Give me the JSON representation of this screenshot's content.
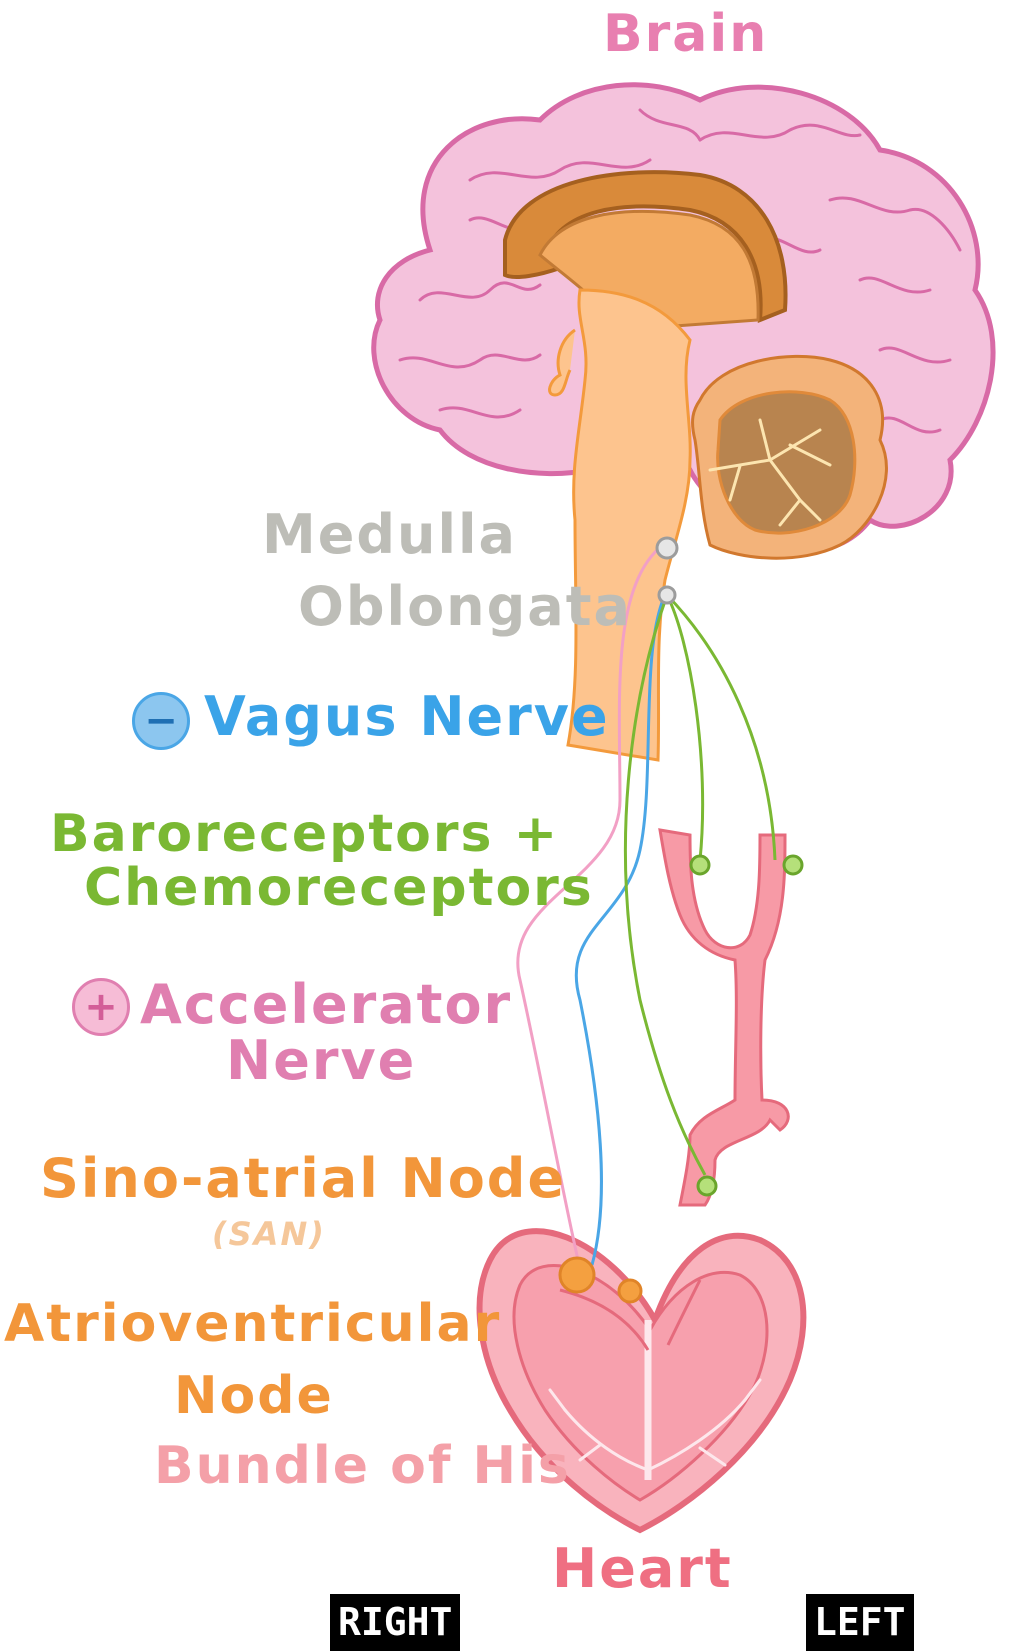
{
  "labels": {
    "brain": "Brain",
    "medulla_line1": "Medulla",
    "medulla_line2": "Oblongata",
    "vagus": "Vagus Nerve",
    "vagus_symbol": "−",
    "receptors_line1": "Baroreceptors +",
    "receptors_line2": "Chemoreceptors",
    "accelerator_symbol": "+",
    "accelerator_line1": "Accelerator",
    "accelerator_line2": "Nerve",
    "san_line1": "Sino-atrial Node",
    "san_line2": "(SAN)",
    "av_line1": "Atrioventricular",
    "av_line2": "Node",
    "bundle": "Bundle of His",
    "heart": "Heart",
    "right": "RIGHT",
    "left": "LEFT"
  },
  "colors": {
    "brain": "#e87fb0",
    "medulla": "#bdbdb7",
    "vagus": "#3aa3e8",
    "receptors": "#7ab833",
    "accelerator": "#e07fb0",
    "node": "#f2963a",
    "san_sub": "#f5c79a",
    "bundle": "#f4a0a8",
    "heart": "#ef6f82"
  }
}
